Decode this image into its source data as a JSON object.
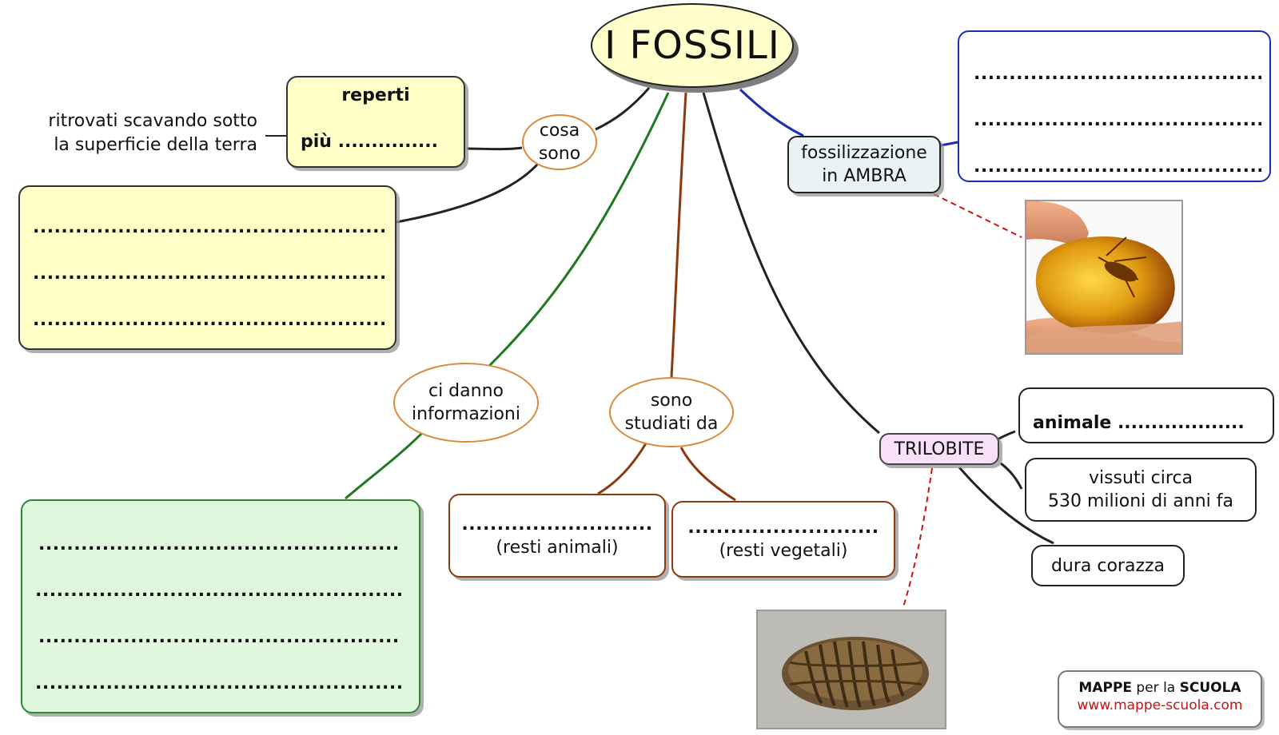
{
  "title": "I FOSSILI",
  "cosa_sono": {
    "node": "cosa\nsono",
    "reperti_label": "reperti",
    "piu_label": "più ...............",
    "side_note": "ritrovati scavando sotto\nla superficie della terra",
    "dotted_lines": [
      "..................................................",
      "..................................................",
      ".................................................."
    ]
  },
  "informazioni": {
    "node": "ci danno\ninformazioni",
    "dotted_lines": [
      "...................................................",
      "....................................................",
      "...................................................",
      "...................................................."
    ]
  },
  "studiati": {
    "node": "sono\nstudiati da",
    "animali": {
      "dots": "...........................",
      "label": "(resti animali)"
    },
    "vegetali": {
      "dots": "...........................",
      "label": "(resti vegetali)"
    }
  },
  "ambra": {
    "node": "fossilizzazione\nin AMBRA",
    "dotted_lines": [
      "...........................................",
      "...........................................",
      "..........................................."
    ]
  },
  "trilobite": {
    "node": "TRILOBITE",
    "animale": "animale ...................",
    "vissuti": "vissuti circa\n530 milioni di anni fa",
    "corazza": "dura corazza"
  },
  "branding": {
    "line1_bold": "MAPPE",
    "line1_mid": " per la ",
    "line1_bold2": "SCUOLA",
    "url": "www.mappe-scuola.com"
  },
  "colors": {
    "title_fill": "#ffffcc",
    "reperti_fill": "#ffffc8",
    "info_fill": "#dff7dc",
    "info_border": "#2f8a2f",
    "brown": "#8b3a0f",
    "ambra_fill": "#e9f2f4",
    "ambra_border": "#1a2fb0",
    "trilobite_fill": "#f8e0f8",
    "url_red": "#cc1111"
  }
}
